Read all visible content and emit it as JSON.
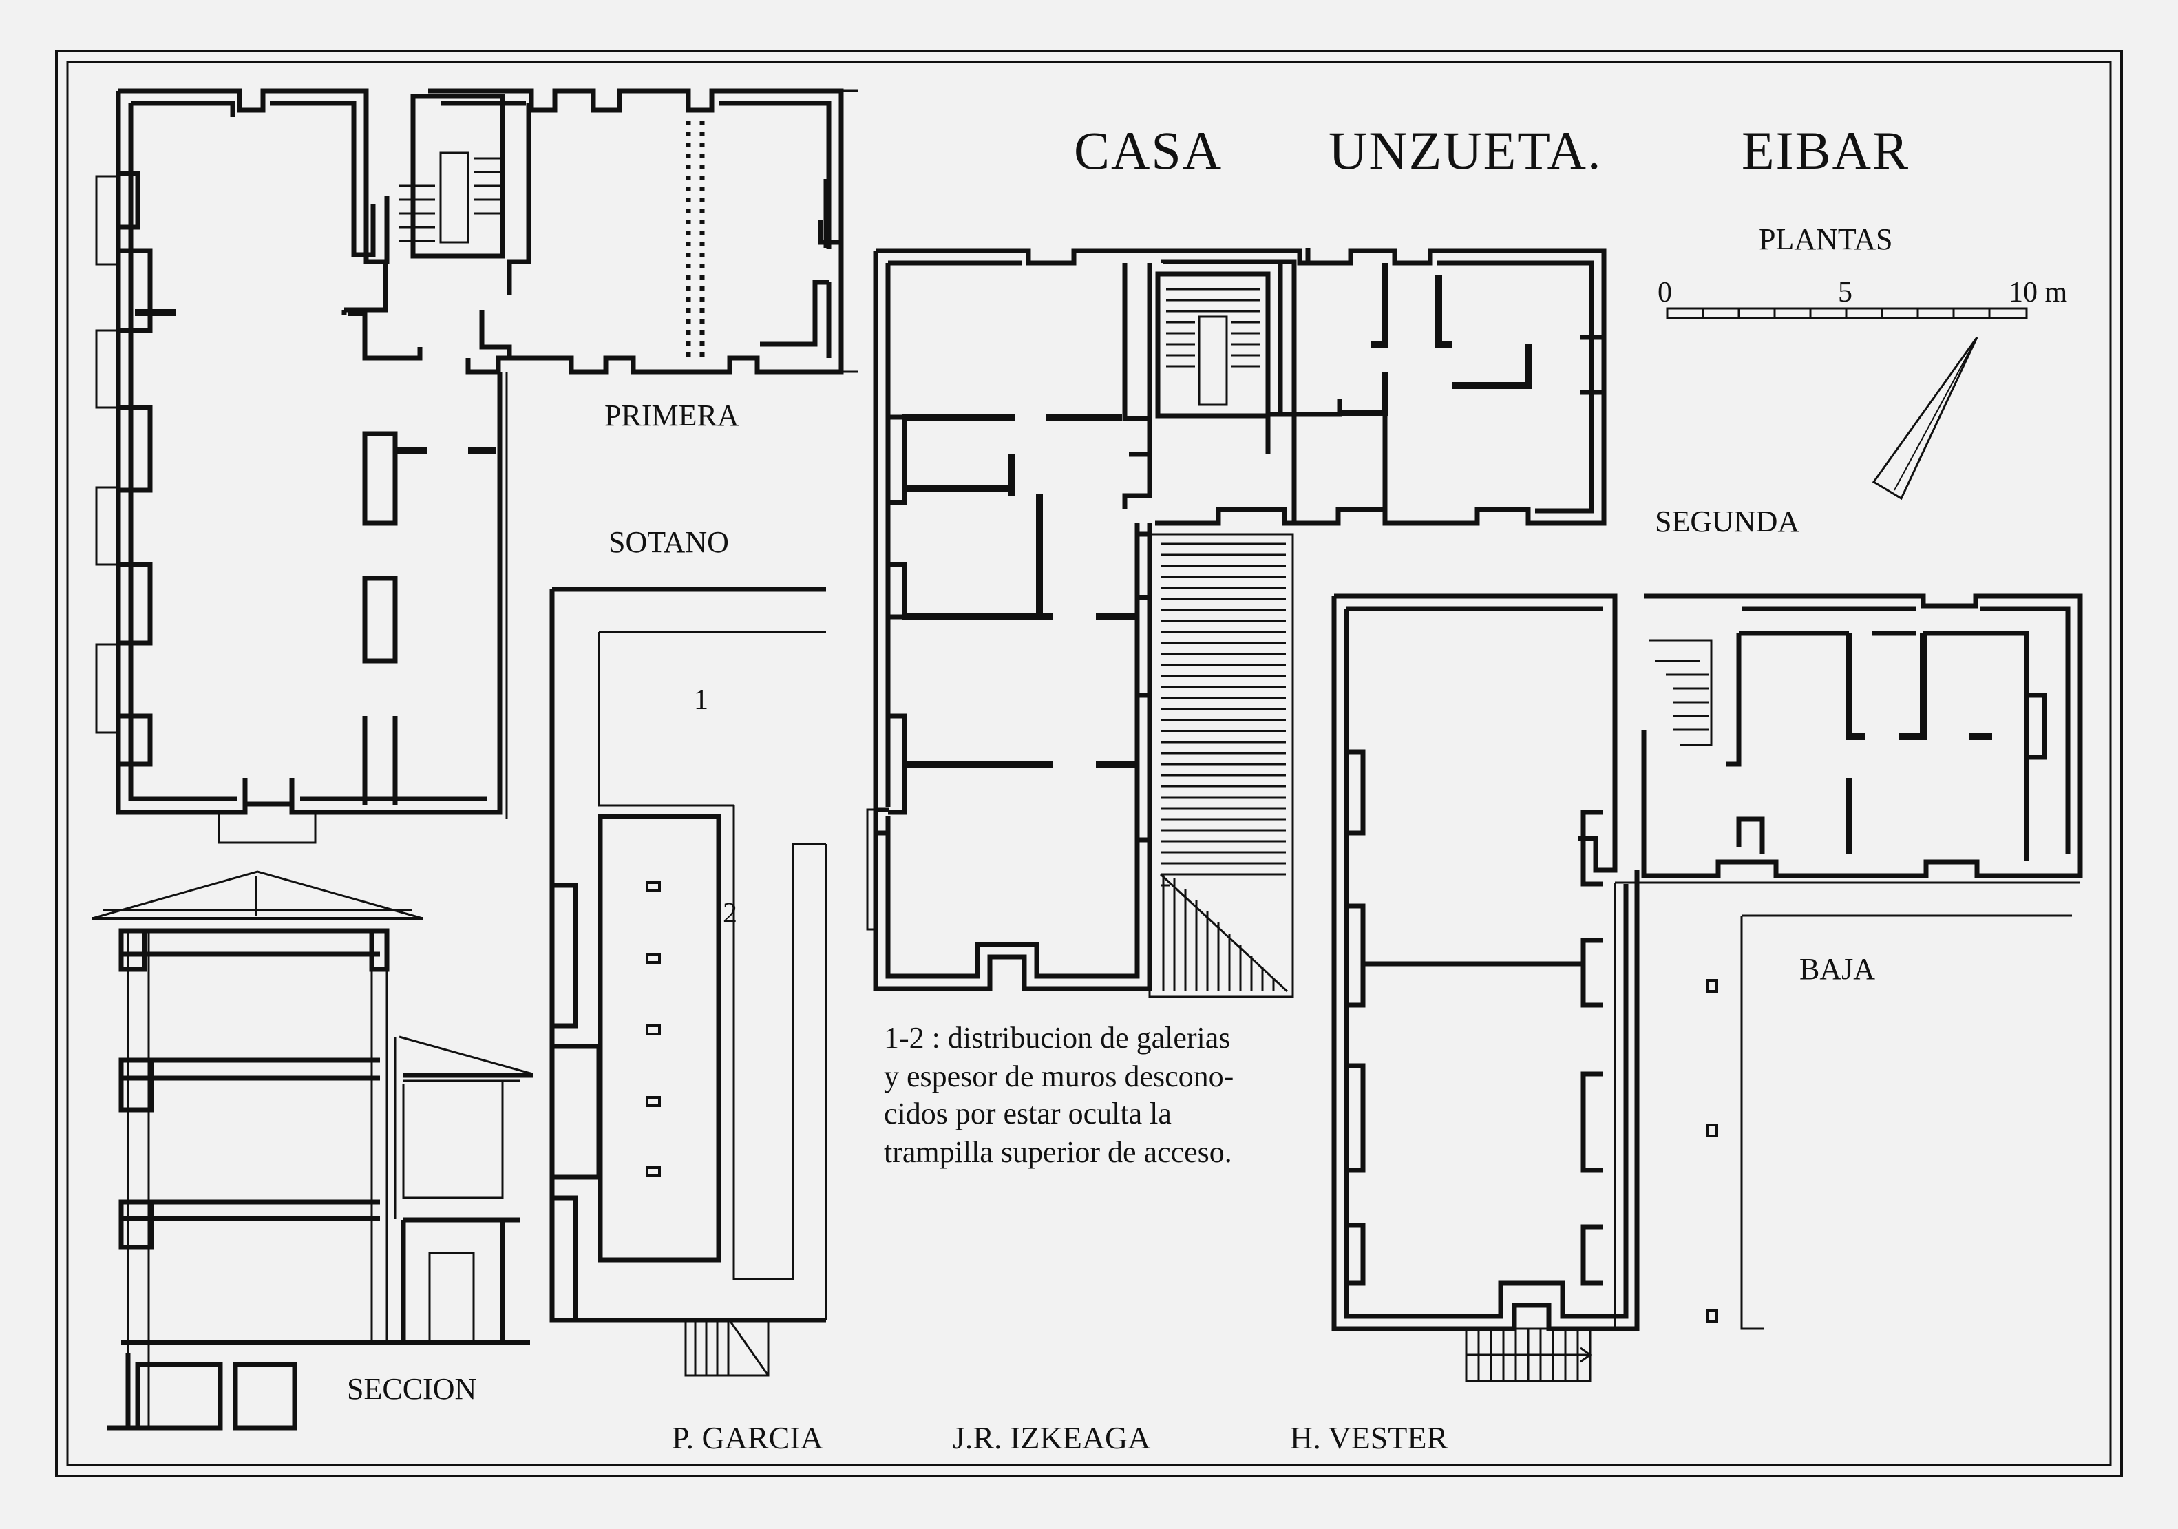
{
  "title": {
    "words": [
      "CASA",
      "UNZUETA.",
      "EIBAR"
    ]
  },
  "subtitle": "PLANTAS",
  "scale": {
    "ticks": [
      "0",
      "5",
      "10 m"
    ]
  },
  "plan_labels": {
    "primera": "PRIMERA",
    "sotano": "SOTANO",
    "segunda": "SEGUNDA",
    "baja": "BAJA",
    "seccion": "SECCION"
  },
  "gallery_numbers": [
    "1",
    "2"
  ],
  "note_lines": [
    "1-2 : distribucion de galerias",
    "y espesor de muros descono-",
    "cidos por estar oculta la",
    "trampilla superior de acceso."
  ],
  "credits": [
    "P. GARCIA",
    "J.R. IZKEAGA",
    "H. VESTER"
  ],
  "colors": {
    "paper": "#f2f2f2",
    "ink": "#111111"
  }
}
